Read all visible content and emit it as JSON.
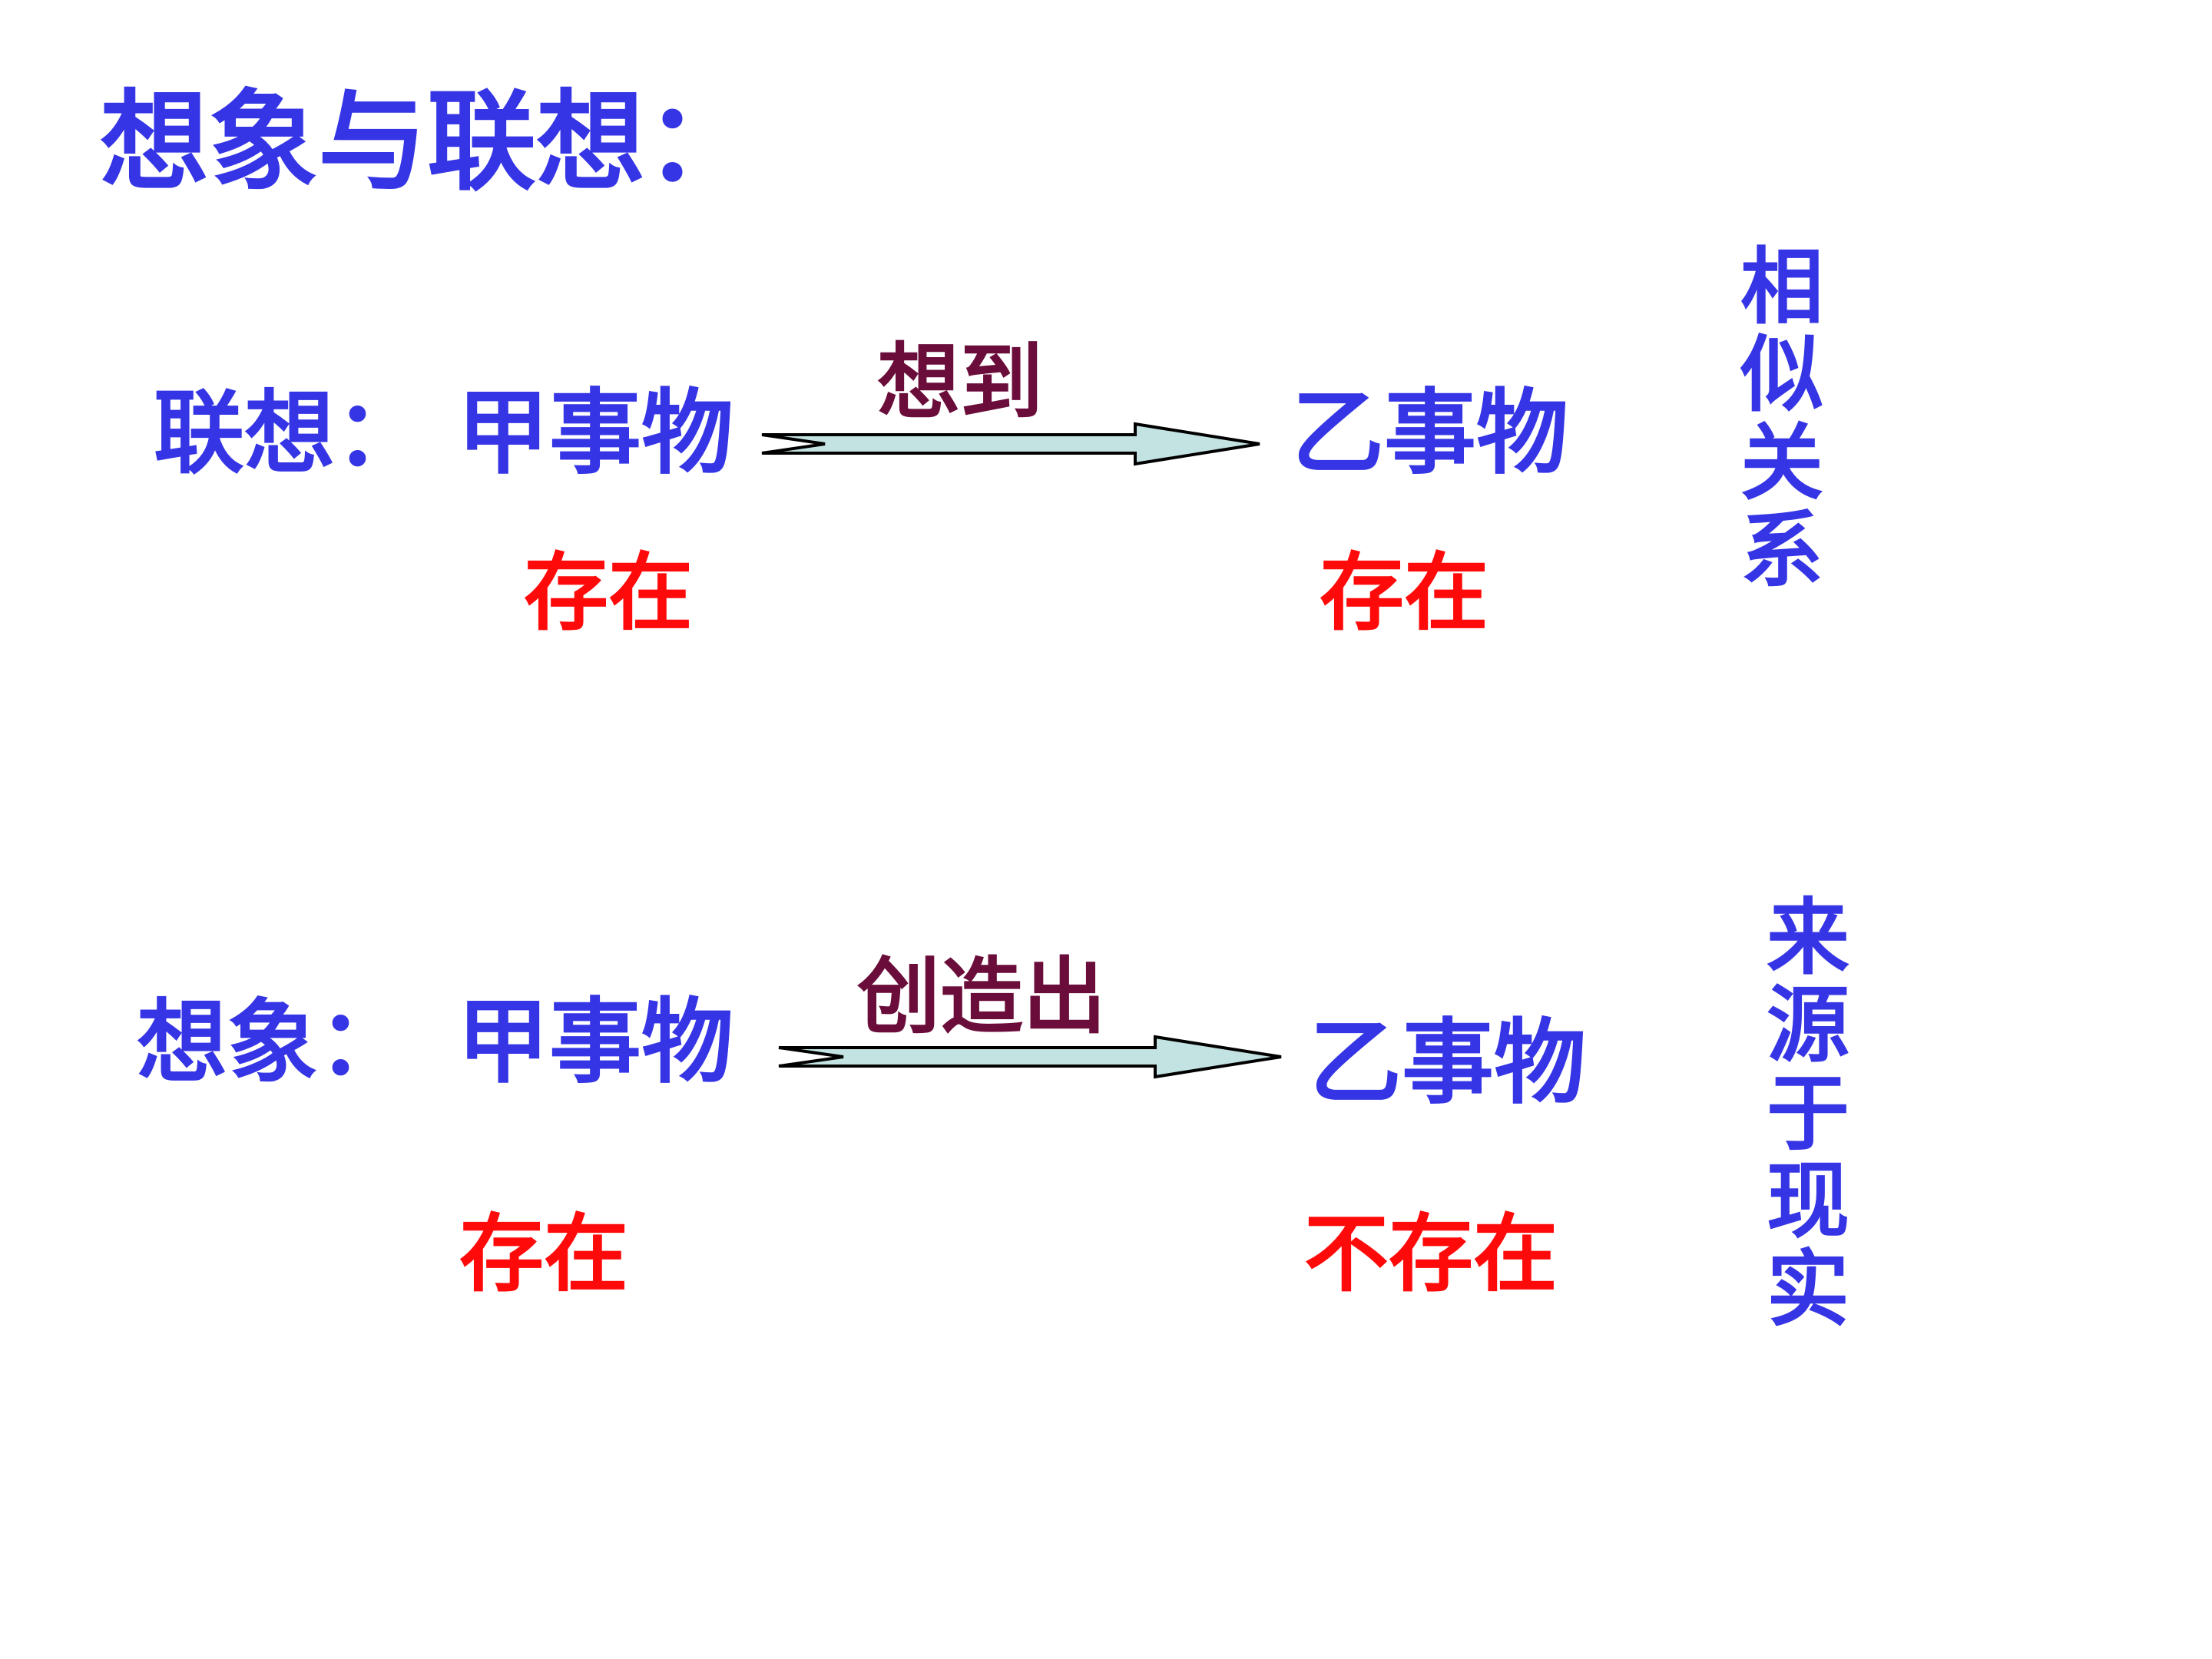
{
  "title": "想象与联想：",
  "association": {
    "label": "联想：",
    "from_thing": "甲事物",
    "arrow_label": "想到",
    "to_thing": "乙事物",
    "from_state": "存在",
    "to_state": "存在",
    "side_note": [
      "相",
      "似",
      "关",
      "系"
    ]
  },
  "imagination": {
    "label": "想象：",
    "from_thing": "甲事物",
    "arrow_label": "创造出",
    "to_thing": "乙事物",
    "from_state": "存在",
    "to_state": "不存在",
    "side_note": [
      "来",
      "源",
      "于",
      "现",
      "实"
    ]
  },
  "colors": {
    "blue": "#3535e6",
    "red": "#ff0a0a",
    "maroon": "#6a0d3a",
    "arrow_fill": "#c3e2e2"
  }
}
